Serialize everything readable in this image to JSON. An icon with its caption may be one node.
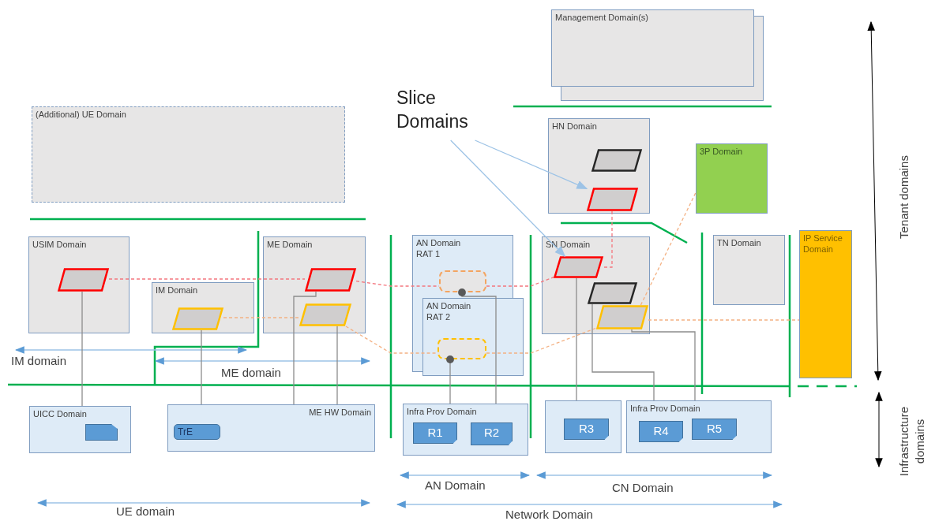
{
  "diagram": {
    "nodes": [
      {
        "text": [
          "Management Domain(s)"
        ]
      },
      {
        "text": [
          "(Additional) UE Domain"
        ]
      },
      {
        "text": [
          "HN Domain"
        ]
      },
      {
        "text": [],
        "shape": "parallelogram",
        "in": 2
      },
      {
        "text": [],
        "shape": "parallelogram",
        "in": 2
      },
      {
        "text": [
          "3P Domain"
        ]
      },
      {
        "text": [
          "USIM Domain"
        ]
      },
      {
        "text": [],
        "shape": "parallelogram",
        "in": 6
      },
      {
        "text": [
          "IM Domain"
        ]
      },
      {
        "text": [],
        "shape": "parallelogram",
        "in": 8
      },
      {
        "text": [
          "ME Domain"
        ]
      },
      {
        "text": [],
        "shape": "parallelogram",
        "in": 10
      },
      {
        "text": [],
        "shape": "parallelogram",
        "in": 10
      },
      {
        "text": [
          "AN Domain RAT 1"
        ]
      },
      {
        "text": [],
        "shape": "box",
        "in": 13
      },
      {
        "text": [
          "AN Domain RAT 2"
        ]
      },
      {
        "text": [],
        "shape": "box",
        "in": 15
      },
      {
        "text": [
          "SN Domain"
        ]
      },
      {
        "text": [],
        "shape": "parallelogram",
        "in": 17
      },
      {
        "text": [],
        "shape": "parallelogram",
        "in": 17
      },
      {
        "text": [],
        "shape": "parallelogram",
        "in": 17
      },
      {
        "text": [
          "TN Domain"
        ]
      },
      {
        "text": [
          "IP Service Domain"
        ]
      },
      {
        "text": [
          "UICC  Domain"
        ]
      },
      {
        "text": [],
        "shape": "box",
        "in": 23
      },
      {
        "text": [
          "ME HW Domain"
        ]
      },
      {
        "text": [
          "TrE"
        ],
        "in": 25
      },
      {
        "text": [
          "Infra Prov Domain"
        ]
      },
      {
        "text": [
          "R1"
        ],
        "in": 27
      },
      {
        "text": [
          "R2"
        ],
        "in": 27
      },
      {
        "text": [],
        "shape": "box"
      },
      {
        "text": [
          "R3"
        ],
        "in": 30
      },
      {
        "text": [
          "Infra Prov Domain"
        ]
      },
      {
        "text": [
          "R4"
        ],
        "in": 32
      },
      {
        "text": [
          "R5"
        ],
        "in": 32
      },
      {
        "text": [
          "Slice Domains"
        ]
      }
    ],
    "edges": [
      {
        "from": 35,
        "to": 4,
        "arrow": "to",
        "color": "#9dc3e6"
      },
      {
        "from": 35,
        "to": 18,
        "arrow": "to",
        "color": "#9dc3e6"
      },
      {
        "from": 7,
        "to": 11,
        "arrow": "none",
        "style": "dashed",
        "color": "#f4777f"
      },
      {
        "from": 11,
        "to": 14,
        "arrow": "none",
        "style": "dashed",
        "color": "#f4777f"
      },
      {
        "from": 14,
        "to": 18,
        "arrow": "none",
        "style": "dashed",
        "color": "#f4777f"
      },
      {
        "from": 4,
        "to": 18,
        "arrow": "none",
        "style": "dashed",
        "color": "#f4777f"
      },
      {
        "from": 9,
        "to": 12,
        "arrow": "none",
        "style": "dashed",
        "color": "#f4b183"
      },
      {
        "from": 12,
        "to": 16,
        "arrow": "none",
        "style": "dashed",
        "color": "#f4b183"
      },
      {
        "from": 16,
        "to": 20,
        "arrow": "none",
        "style": "dashed",
        "color": "#f4b183"
      },
      {
        "from": 20,
        "to": 22,
        "arrow": "none",
        "style": "dashed",
        "color": "#f4b183"
      },
      {
        "from": 20,
        "to": 5,
        "arrow": "none",
        "style": "dashed",
        "color": "#f4b183"
      },
      {
        "from": 7,
        "to": 23,
        "arrow": "none"
      },
      {
        "from": 9,
        "to": 25,
        "arrow": "none"
      },
      {
        "from": 11,
        "to": 25,
        "arrow": "none"
      },
      {
        "from": 12,
        "to": 25,
        "arrow": "none"
      },
      {
        "from": 27,
        "to": 14,
        "arrow": "other"
      },
      {
        "from": 27,
        "to": 16,
        "arrow": "other"
      },
      {
        "from": 18,
        "to": 30,
        "arrow": "none"
      },
      {
        "from": 19,
        "to": 32,
        "arrow": "none"
      },
      {
        "from": 20,
        "to": 32,
        "arrow": "none"
      }
    ],
    "labels": [
      "Tenant domains",
      "IM domain",
      "ME domain",
      "Infrastructure domains",
      "AN Domain",
      "CN Domain",
      "UE domain",
      "Network Domain"
    ]
  }
}
